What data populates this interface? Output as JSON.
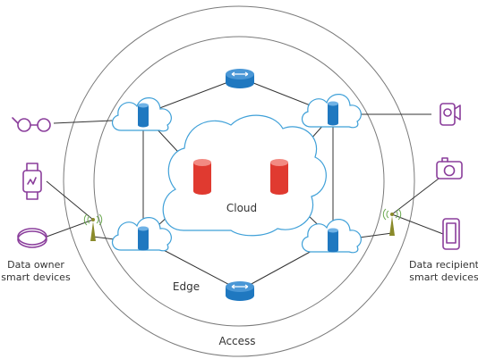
{
  "labels": {
    "cloud": "Cloud",
    "edge": "Edge",
    "access": "Access",
    "owner_line1": "Data owner",
    "owner_line2": "smart devices",
    "recipient_line1": "Data recipient",
    "recipient_line2": "smart devices"
  },
  "colors": {
    "cloud_server": "#e03a30",
    "edge_server": "#1f78c0",
    "router": "#1f78c0",
    "cloud_outline": "#3fa0d8",
    "device": "#8a3d9b",
    "antenna": "#8a8a2a"
  },
  "icons": {
    "owner_devices": [
      "smart-glasses-icon",
      "smartwatch-icon",
      "wristband-icon"
    ],
    "recipient_devices": [
      "camcorder-icon",
      "camera-icon",
      "smartphone-icon"
    ],
    "nodes": [
      "router-icon",
      "edge-server-icon",
      "cloud-server-icon",
      "antenna-icon"
    ]
  }
}
